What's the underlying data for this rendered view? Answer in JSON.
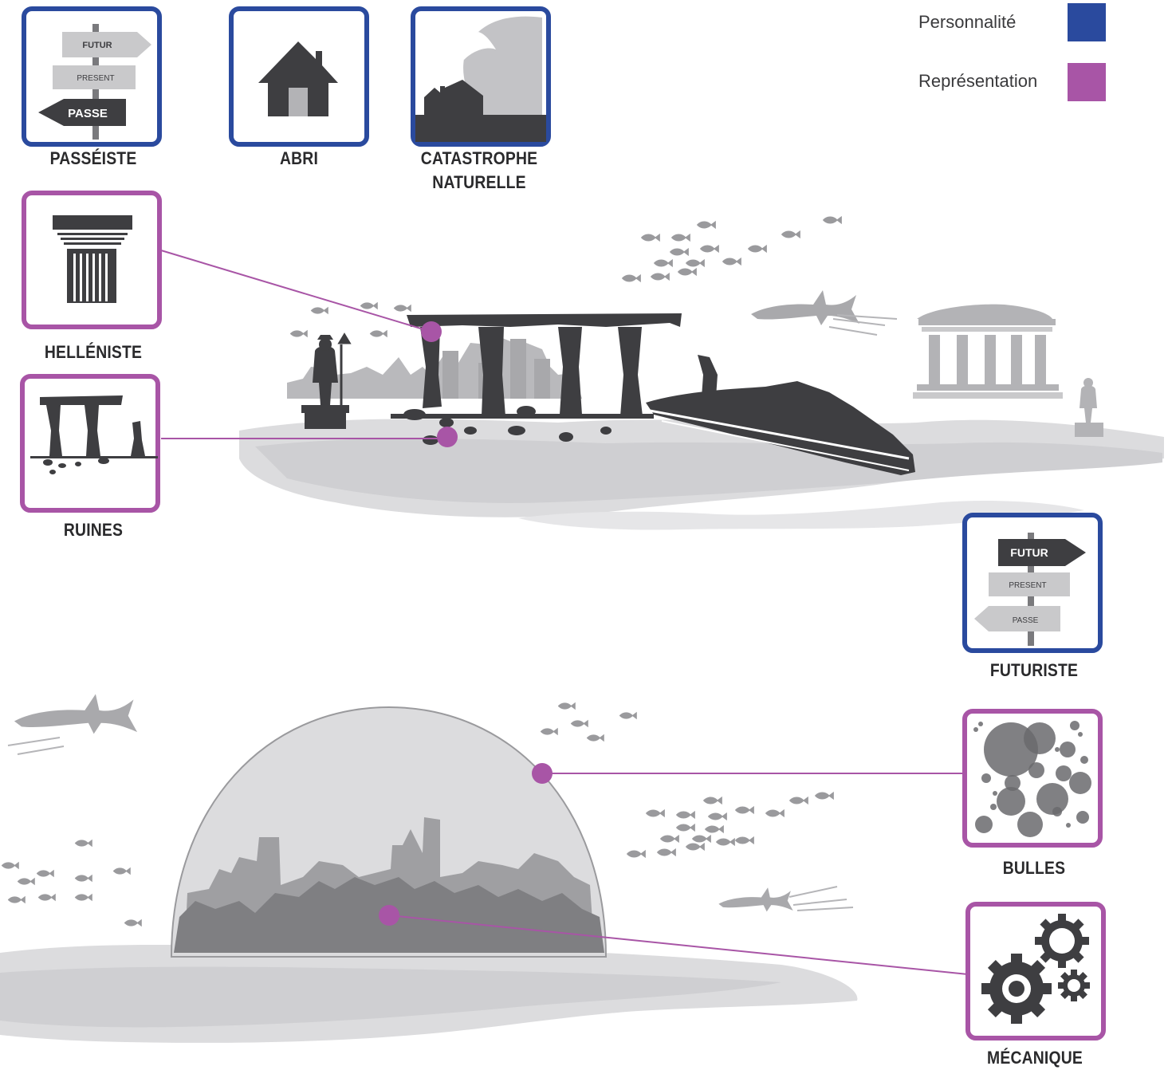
{
  "colors": {
    "personnalite": "#2a4a9e",
    "representation": "#a855a6",
    "dark": "#3c3c3f",
    "mid": "#7a7a7d",
    "light": "#c9c9cb"
  },
  "legend": {
    "items": [
      {
        "label": "Personnalité",
        "color": "#2a4a9e"
      },
      {
        "label": "Représentation",
        "color": "#a855a6"
      }
    ]
  },
  "cards": {
    "passeiste": {
      "label": "PASSÉISTE",
      "kind": "personnalite",
      "icon": "signpost-past-icon",
      "sign_futur": "FUTUR",
      "sign_present": "PRESENT",
      "sign_passe": "PASSE"
    },
    "abri": {
      "label": "ABRI",
      "kind": "personnalite",
      "icon": "house-icon"
    },
    "catastrophe": {
      "label_line1": "CATASTROPHE",
      "label_line2": "NATURELLE",
      "kind": "personnalite",
      "icon": "tidal-wave-icon"
    },
    "helleniste": {
      "label": "HELLÉNISTE",
      "kind": "representation",
      "icon": "greek-column-icon"
    },
    "ruines": {
      "label": "RUINES",
      "kind": "representation",
      "icon": "ruins-icon"
    },
    "futuriste": {
      "label": "FUTURISTE",
      "kind": "personnalite",
      "icon": "signpost-future-icon",
      "sign_futur": "FUTUR",
      "sign_present": "PRESENT",
      "sign_passe": "PASSE"
    },
    "bulles": {
      "label": "BULLES",
      "kind": "representation",
      "icon": "bubbles-icon"
    },
    "mecanique": {
      "label": "MÉCANIQUE",
      "kind": "representation",
      "icon": "gears-icon"
    }
  },
  "scenes": {
    "top": {
      "name": "sunken-ruins-scene"
    },
    "bottom": {
      "name": "domed-city-scene"
    }
  }
}
